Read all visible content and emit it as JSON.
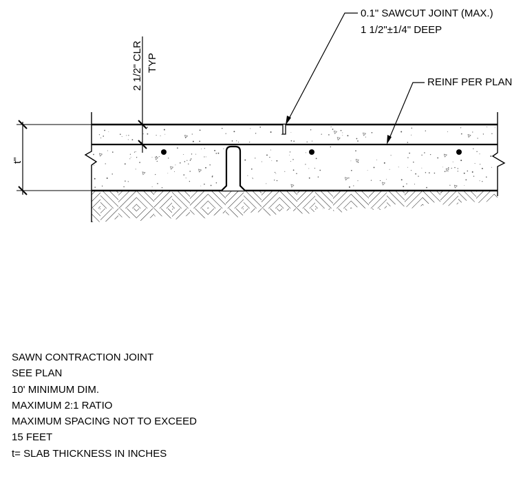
{
  "callouts": {
    "sawcut_line1": "0.1\" SAWCUT JOINT (MAX.)",
    "sawcut_line2": "1 1/2\"±1/4\" DEEP",
    "reinf": "REINF PER PLAN",
    "clear_cover": "2 1/2\" CLR",
    "typ": "TYP",
    "thickness": "t\""
  },
  "notes": [
    "SAWN CONTRACTION JOINT",
    "SEE PLAN",
    "10' MINIMUM DIM.",
    "MAXIMUM 2:1 RATIO",
    "MAXIMUM SPACING NOT TO EXCEED",
    "15 FEET",
    "t= SLAB THICKNESS IN INCHES"
  ]
}
